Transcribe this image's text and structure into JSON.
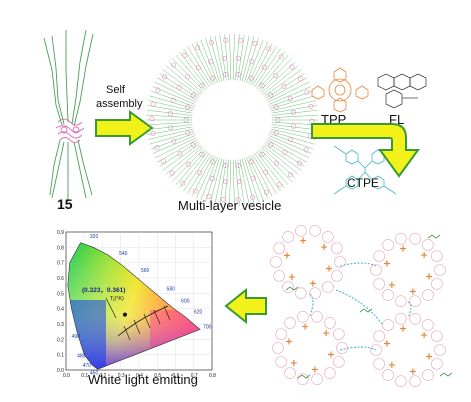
{
  "labels": {
    "compound_number": "15",
    "arrow_label_line1": "Self",
    "arrow_label_line2": "assembly",
    "vesicle_caption": "Multi-layer vesicle",
    "tpp_label": "TPP",
    "fl_label": "FL",
    "ctpe_label": "CTPE",
    "emission_caption": "White light emitting"
  },
  "cie": {
    "coordinate_label": "(0.323，0.361)",
    "cct_label": "Tⱼ(°K)",
    "wavelength_labels": [
      "320",
      "540",
      "560",
      "580",
      "600",
      "620",
      "700",
      "490",
      "480",
      "470",
      "460"
    ],
    "y_ticks": [
      "0.9",
      "0.8",
      "0.7",
      "0.6",
      "0.5",
      "0.4",
      "0.3",
      "0.2",
      "0.1",
      "0.0"
    ],
    "x_ticks": [
      "0.0",
      "0.1",
      "0.2",
      "0.3",
      "0.4",
      "0.5",
      "0.6",
      "0.7",
      "0.8"
    ],
    "point": {
      "x": 0.323,
      "y": 0.361
    }
  },
  "colors": {
    "arrow_fill": "#f2f21a",
    "arrow_stroke": "#3a9a32",
    "pink": "#e88ac8",
    "green": "#6fbf73",
    "orange": "#e9863a",
    "teal": "#48b6c8"
  }
}
